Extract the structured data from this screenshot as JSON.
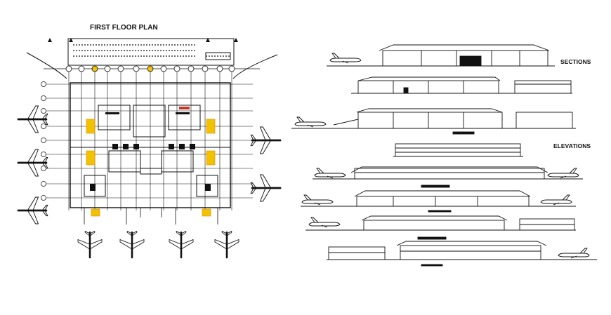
{
  "labels": {
    "floor_plan_title": "FIRST FLOOR PLAN",
    "sections_title": "SECTIONS",
    "elevations_title": "ELEVATIONS"
  },
  "colors": {
    "ink": "#111111",
    "accent_yellow": "#f2c200",
    "accent_orange": "#e08a00"
  }
}
